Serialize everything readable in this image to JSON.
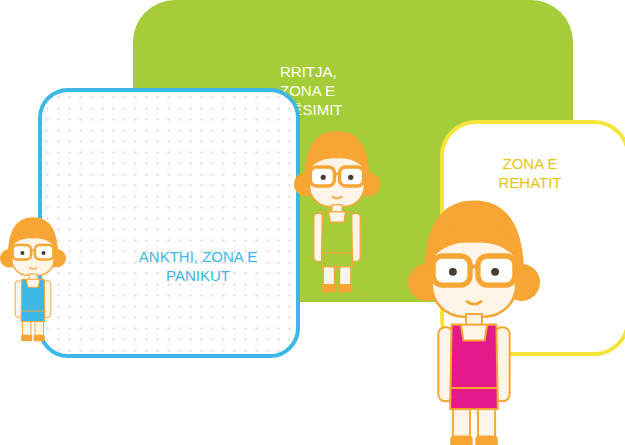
{
  "diagram": {
    "nodes": [
      {
        "text": [
          "RRITJA, ZONA E MËSIMIT"
        ]
      },
      {
        "text": [
          "ANKTHI, ZONA E PANIKUT"
        ]
      },
      {
        "text": [
          "ZONA E REHATIT"
        ]
      }
    ]
  }
}
